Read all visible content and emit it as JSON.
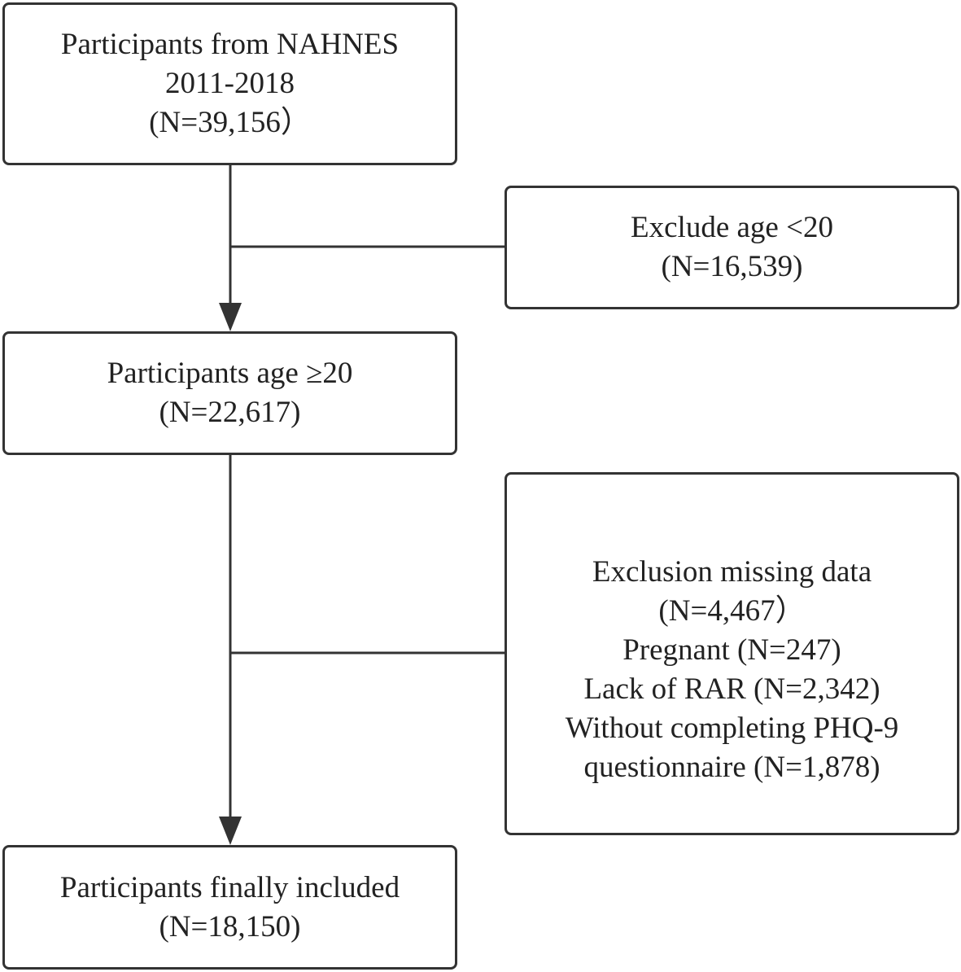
{
  "start_box": {
    "lines": [
      "Participants from NAHNES",
      "2011-2018",
      "(N=39,156）"
    ]
  },
  "exclusion_1": {
    "lines": [
      "Exclude age <20",
      "(N=16,539)"
    ]
  },
  "age_box": {
    "lines": [
      "Participants age ≥20",
      "(N=22,617)"
    ]
  },
  "exclusion_2": {
    "lines": [
      "Exclusion missing data",
      "(N=4,467）",
      "Pregnant (N=247)",
      "Lack of RAR (N=2,342)",
      "Without completing PHQ-9",
      "questionnaire (N=1,878)"
    ]
  },
  "final_box": {
    "lines": [
      "Participants finally included",
      "(N=18,150)"
    ]
  },
  "colors": {
    "stroke": "#333333",
    "text": "#222222",
    "background": "#ffffff"
  }
}
